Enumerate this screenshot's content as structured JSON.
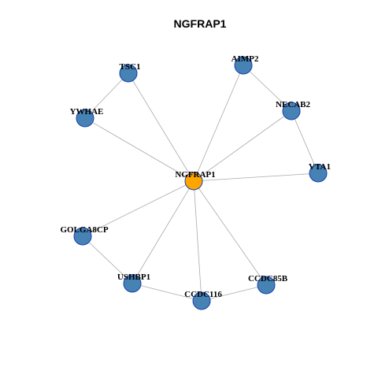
{
  "title": "NGFRAP1",
  "colors": {
    "hub": "#FFA500",
    "node": "#4682B4",
    "node_stroke": "#1a3fb0",
    "edge": "#aaaaaa"
  },
  "nodes": [
    {
      "id": "NGFRAP1",
      "hub": true
    },
    {
      "id": "TSC1"
    },
    {
      "id": "AIMP2"
    },
    {
      "id": "YWHAE"
    },
    {
      "id": "NECAB2"
    },
    {
      "id": "VTA1"
    },
    {
      "id": "GOLGA8CP"
    },
    {
      "id": "USHBP1"
    },
    {
      "id": "CCDC116"
    },
    {
      "id": "CCDC85B"
    }
  ],
  "edges": [
    [
      "NGFRAP1",
      "TSC1"
    ],
    [
      "NGFRAP1",
      "AIMP2"
    ],
    [
      "NGFRAP1",
      "YWHAE"
    ],
    [
      "NGFRAP1",
      "NECAB2"
    ],
    [
      "NGFRAP1",
      "VTA1"
    ],
    [
      "NGFRAP1",
      "GOLGA8CP"
    ],
    [
      "NGFRAP1",
      "USHBP1"
    ],
    [
      "NGFRAP1",
      "CCDC116"
    ],
    [
      "NGFRAP1",
      "CCDC85B"
    ],
    [
      "TSC1",
      "YWHAE"
    ],
    [
      "AIMP2",
      "NECAB2"
    ],
    [
      "NECAB2",
      "VTA1"
    ],
    [
      "GOLGA8CP",
      "USHBP1"
    ],
    [
      "USHBP1",
      "CCDC116"
    ],
    [
      "CCDC116",
      "CCDC85B"
    ]
  ]
}
